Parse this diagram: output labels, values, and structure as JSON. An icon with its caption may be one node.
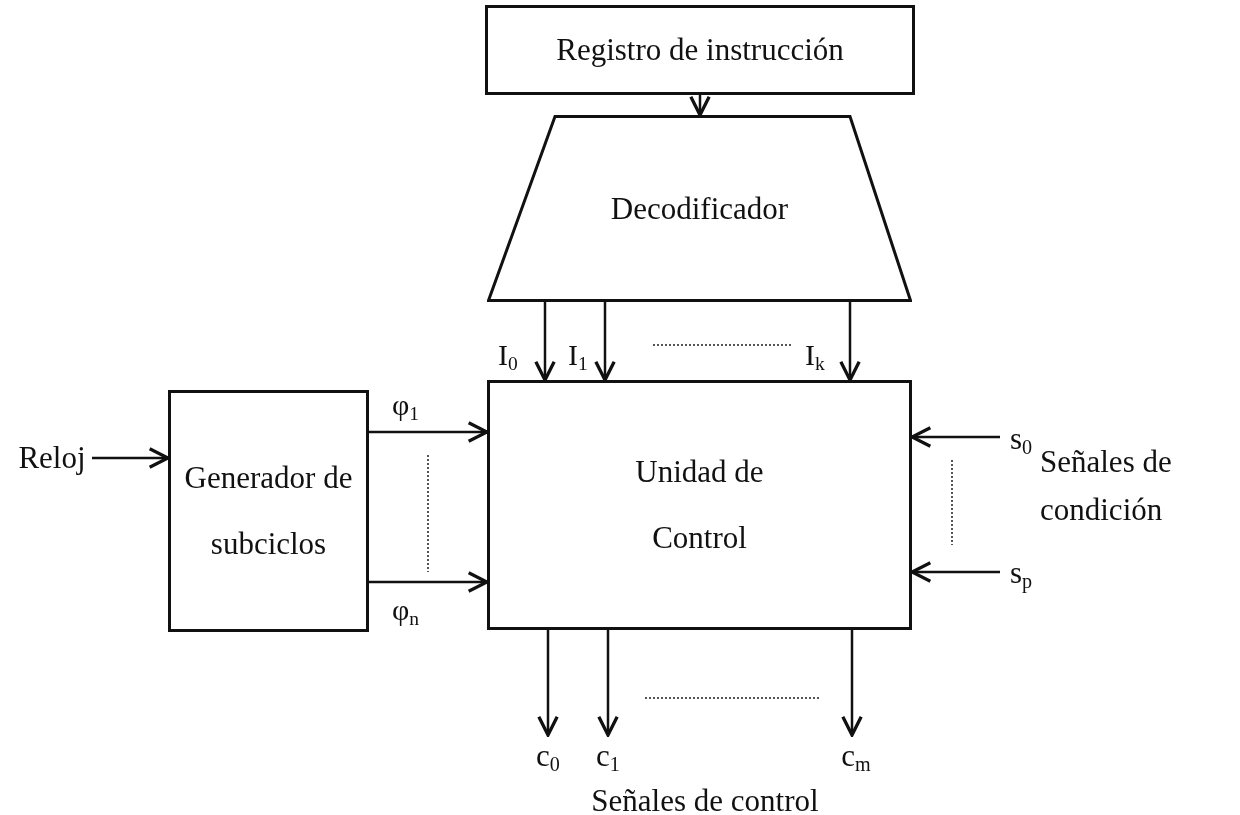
{
  "diagram": {
    "nodes": [
      {
        "text": [
          "Registro de instrucción"
        ]
      },
      {
        "text": [
          "Decodificador"
        ]
      },
      {
        "text": [
          "Generador de subciclos"
        ]
      },
      {
        "text": [
          "Unidad de Control"
        ]
      },
      {
        "text": [
          "Reloj"
        ]
      },
      {
        "text": [
          "s$_{0}$"
        ]
      },
      {
        "text": [
          "s$_{p}$"
        ]
      },
      {
        "text": [
          "c$_{0}$"
        ]
      },
      {
        "text": [
          "c$_{1}$"
        ]
      },
      {
        "text": [
          "c$_{m}$"
        ]
      }
    ],
    "edges": [
      {
        "from": 0,
        "to": 1,
        "arrow": "to"
      },
      {
        "from": 1,
        "to": 3,
        "arrow": "to",
        "label": "I$_{0}$"
      },
      {
        "from": 1,
        "to": 3,
        "arrow": "to",
        "label": "I$_{1}$"
      },
      {
        "from": 1,
        "to": 3,
        "arrow": "to",
        "label": "I$_{k}$"
      },
      {
        "from": 2,
        "to": 3,
        "arrow": "to",
        "label": "φ$_{1}$"
      },
      {
        "from": 2,
        "to": 3,
        "arrow": "to",
        "label": "φ$_{n}$"
      },
      {
        "from": 4,
        "to": 2,
        "arrow": "to"
      },
      {
        "from": 5,
        "to": 3,
        "arrow": "to"
      },
      {
        "from": 6,
        "to": 3,
        "arrow": "to"
      },
      {
        "from": 3,
        "to": 7,
        "arrow": "to"
      },
      {
        "from": 3,
        "to": 8,
        "arrow": "to"
      },
      {
        "from": 3,
        "to": 9,
        "arrow": "to"
      }
    ],
    "labels": [
      "Señales de condición",
      "Señales de control"
    ]
  }
}
